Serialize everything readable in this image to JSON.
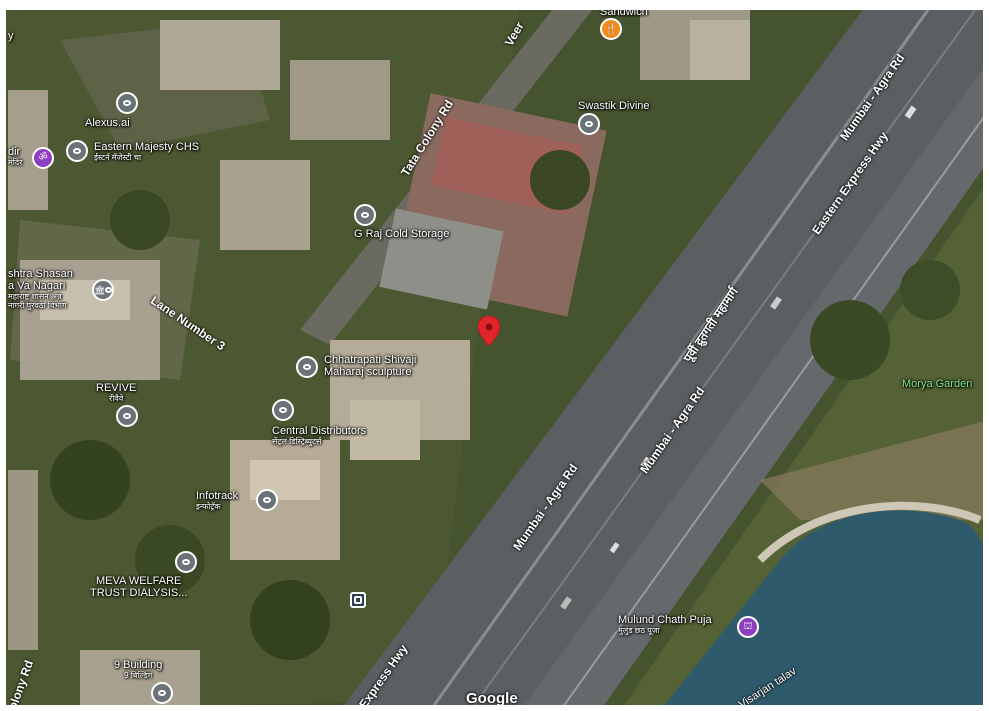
{
  "map": {
    "view": "satellite",
    "attribution": "Google",
    "colors": {
      "poi_gray": "#6b7378",
      "poi_purple": "#8e3fc0",
      "poi_orange": "#f28a1c",
      "marker_red": "#e0262a",
      "park_label": "#7ee787"
    }
  },
  "roads": {
    "tata_colony": "Tata Colony Rd",
    "lane3": "Lane Number 3",
    "veer": "Veer",
    "mumbai_agra_top": "Mumbai - Agra Rd",
    "eastern_express": "Eastern Express Hwy",
    "purvi": "पूर्वी द्रुतगती महामार्ग",
    "mumbai_agra_mid": "Mumbai - Agra Rd",
    "mumbai_agra_low": "Mumbai - Agra Rd",
    "express_hwy": "Express Hwy",
    "colony_rd": "olony Rd",
    "visarjan": "Visarjan talav"
  },
  "places": {
    "sandwich": "Sandwich",
    "swastik": "Swastik Divine",
    "alexus": "Alexus.ai",
    "eastern_majesty": "Eastern Majesty CHS",
    "eastern_majesty_sub": "ईस्टर्न मॅजेस्टी चा",
    "g_raj": "G Raj Cold Storage",
    "shasan_1": "shtra Shasan",
    "shasan_2": "a Va Nagari",
    "shasan_sub1": "महाराष्ट्र शासन अन्न",
    "shasan_sub2": "नागरी पुरवठा विभाग",
    "chhatrapati_1": "Chhatrapati Shivaji",
    "chhatrapati_2": "Maharaj sculpture",
    "revive": "REVIVE",
    "revive_sub": "रीवैवे",
    "central": "Central Distributors",
    "central_sub": "सेंट्रल डिस्ट्रिब्युटर्स",
    "infotrack": "Infotrack",
    "infotrack_sub": "इन्फोट्रॅक",
    "meva_1": "MEVA WELFARE",
    "meva_2": "TRUST DIALYSIS...",
    "nine_building": "9 Building",
    "nine_building_sub": "9 बिल्डिंग",
    "morya": "Morya Garden",
    "chath": "Mulund Chath Puja",
    "chath_sub": "मुलुंड छठ पूजा",
    "mandir_frag": "dir",
    "mandir_sub": "मंदिर",
    "top_frag": "y"
  }
}
